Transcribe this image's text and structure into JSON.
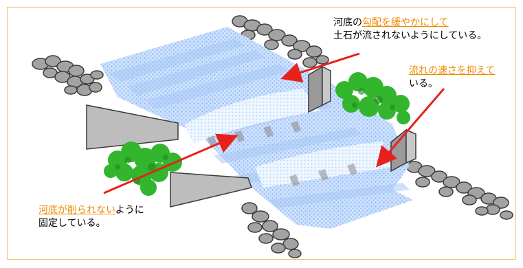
{
  "colors": {
    "frame_border": "#f2c26b",
    "highlight": "#ef8a00",
    "arrow": "#e8211d",
    "water": "#bcd8ff",
    "water_dark": "#8fb6f0",
    "concrete": "#bdbdbd",
    "stone": "#9a9a9a",
    "bush": "#33b52e"
  },
  "icons": {
    "stones": "gabion-stones-icon",
    "bush": "shrub-icon",
    "weir": "concrete-weir-icon"
  },
  "annotations": {
    "top": {
      "prefix": "河底の",
      "highlight": "勾配を緩やかにして",
      "line2": "土石が流されないようにしている。"
    },
    "right": {
      "highlight": "流れの速さを抑えて",
      "line2": "いる。"
    },
    "bottom_left": {
      "highlight": "河底が削られない",
      "suffix": "ように",
      "line2": "固定している。"
    }
  }
}
